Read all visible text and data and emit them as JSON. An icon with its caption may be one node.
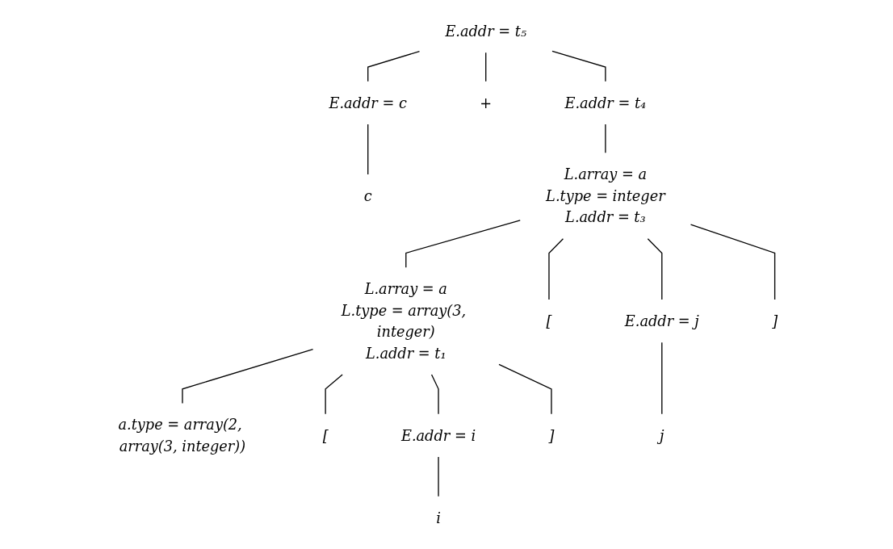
{
  "diagram": {
    "nodes": [
      {
        "text": [
          "E.addr = t₅"
        ]
      },
      {
        "text": [
          "E.addr = c"
        ]
      },
      {
        "text": [
          "+"
        ]
      },
      {
        "text": [
          "E.addr = t₄"
        ]
      },
      {
        "text": [
          "c"
        ]
      },
      {
        "text": [
          "L.array = a",
          "L.type = integer",
          "L.addr = t₃"
        ]
      },
      {
        "text": [
          "L.array = a",
          "L.type = array(3, integer)",
          "L.addr = t₁"
        ]
      },
      {
        "text": [
          "["
        ]
      },
      {
        "text": [
          "E.addr = j"
        ]
      },
      {
        "text": [
          "]"
        ]
      },
      {
        "text": [
          "a.type = array(2, array(3, integer))"
        ]
      },
      {
        "text": [
          "["
        ]
      },
      {
        "text": [
          "E.addr = i"
        ]
      },
      {
        "text": [
          "]"
        ]
      },
      {
        "text": [
          "j"
        ]
      },
      {
        "text": [
          "i"
        ]
      }
    ],
    "edges": [
      {
        "from": 0,
        "to": 1,
        "arrow": "none"
      },
      {
        "from": 0,
        "to": 2,
        "arrow": "none"
      },
      {
        "from": 0,
        "to": 3,
        "arrow": "none"
      },
      {
        "from": 1,
        "to": 4,
        "arrow": "none"
      },
      {
        "from": 3,
        "to": 5,
        "arrow": "none"
      },
      {
        "from": 5,
        "to": 6,
        "arrow": "none"
      },
      {
        "from": 5,
        "to": 7,
        "arrow": "none"
      },
      {
        "from": 5,
        "to": 8,
        "arrow": "none"
      },
      {
        "from": 5,
        "to": 9,
        "arrow": "none"
      },
      {
        "from": 6,
        "to": 10,
        "arrow": "none"
      },
      {
        "from": 6,
        "to": 11,
        "arrow": "none"
      },
      {
        "from": 6,
        "to": 12,
        "arrow": "none"
      },
      {
        "from": 6,
        "to": 13,
        "arrow": "none"
      },
      {
        "from": 8,
        "to": 14,
        "arrow": "none"
      },
      {
        "from": 12,
        "to": 15,
        "arrow": "none"
      }
    ]
  }
}
